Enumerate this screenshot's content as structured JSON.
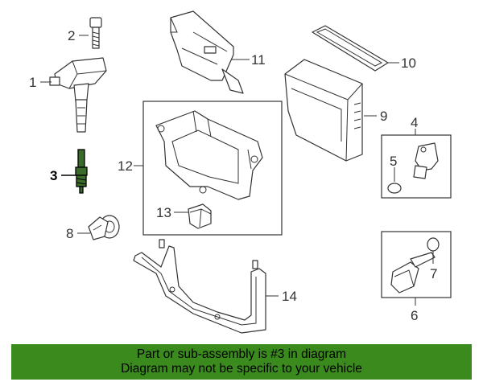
{
  "callouts": {
    "c1": "1",
    "c2": "2",
    "c3": "3",
    "c4": "4",
    "c5": "5",
    "c6": "6",
    "c7": "7",
    "c8": "8",
    "c9": "9",
    "c10": "10",
    "c11": "11",
    "c12": "12",
    "c13": "13",
    "c14": "14"
  },
  "highlighted_callout": "3",
  "colors": {
    "banner": "#3a8a1e",
    "highlight_part": "#3a6b2a"
  },
  "banner": {
    "line1": "Part or sub-assembly is #3 in diagram",
    "line2": "Diagram may not be specific to your vehicle"
  }
}
